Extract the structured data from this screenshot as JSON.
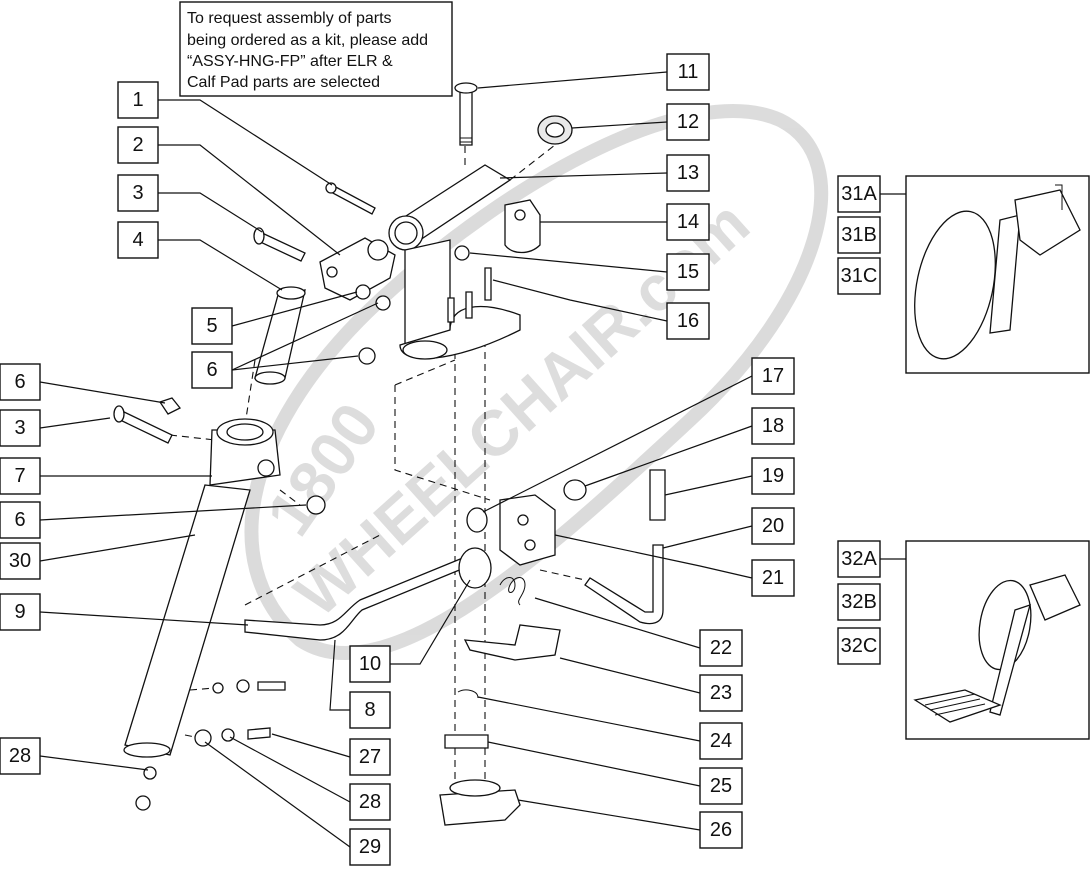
{
  "note": {
    "lines": [
      "To request assembly of parts",
      "being ordered as a kit, please add",
      "“ASSY-HNG-FP” after ELR &",
      "Calf Pad parts are selected"
    ]
  },
  "watermark": {
    "line1": "1800",
    "line2": "WHEELCHAIR.com"
  },
  "callouts": [
    "1",
    "2",
    "3",
    "4",
    "5",
    "6",
    "6",
    "3",
    "7",
    "6",
    "30",
    "9",
    "28",
    "11",
    "12",
    "13",
    "14",
    "15",
    "16",
    "17",
    "18",
    "19",
    "20",
    "21",
    "10",
    "22",
    "8",
    "23",
    "24",
    "27",
    "25",
    "28",
    "26",
    "29",
    "31A",
    "31B",
    "31C",
    "32A",
    "32B",
    "32C"
  ],
  "insets": [
    {
      "name": "assembly-31",
      "labels": [
        "31A",
        "31B",
        "31C"
      ]
    },
    {
      "name": "assembly-32",
      "labels": [
        "32A",
        "32B",
        "32C"
      ]
    }
  ]
}
